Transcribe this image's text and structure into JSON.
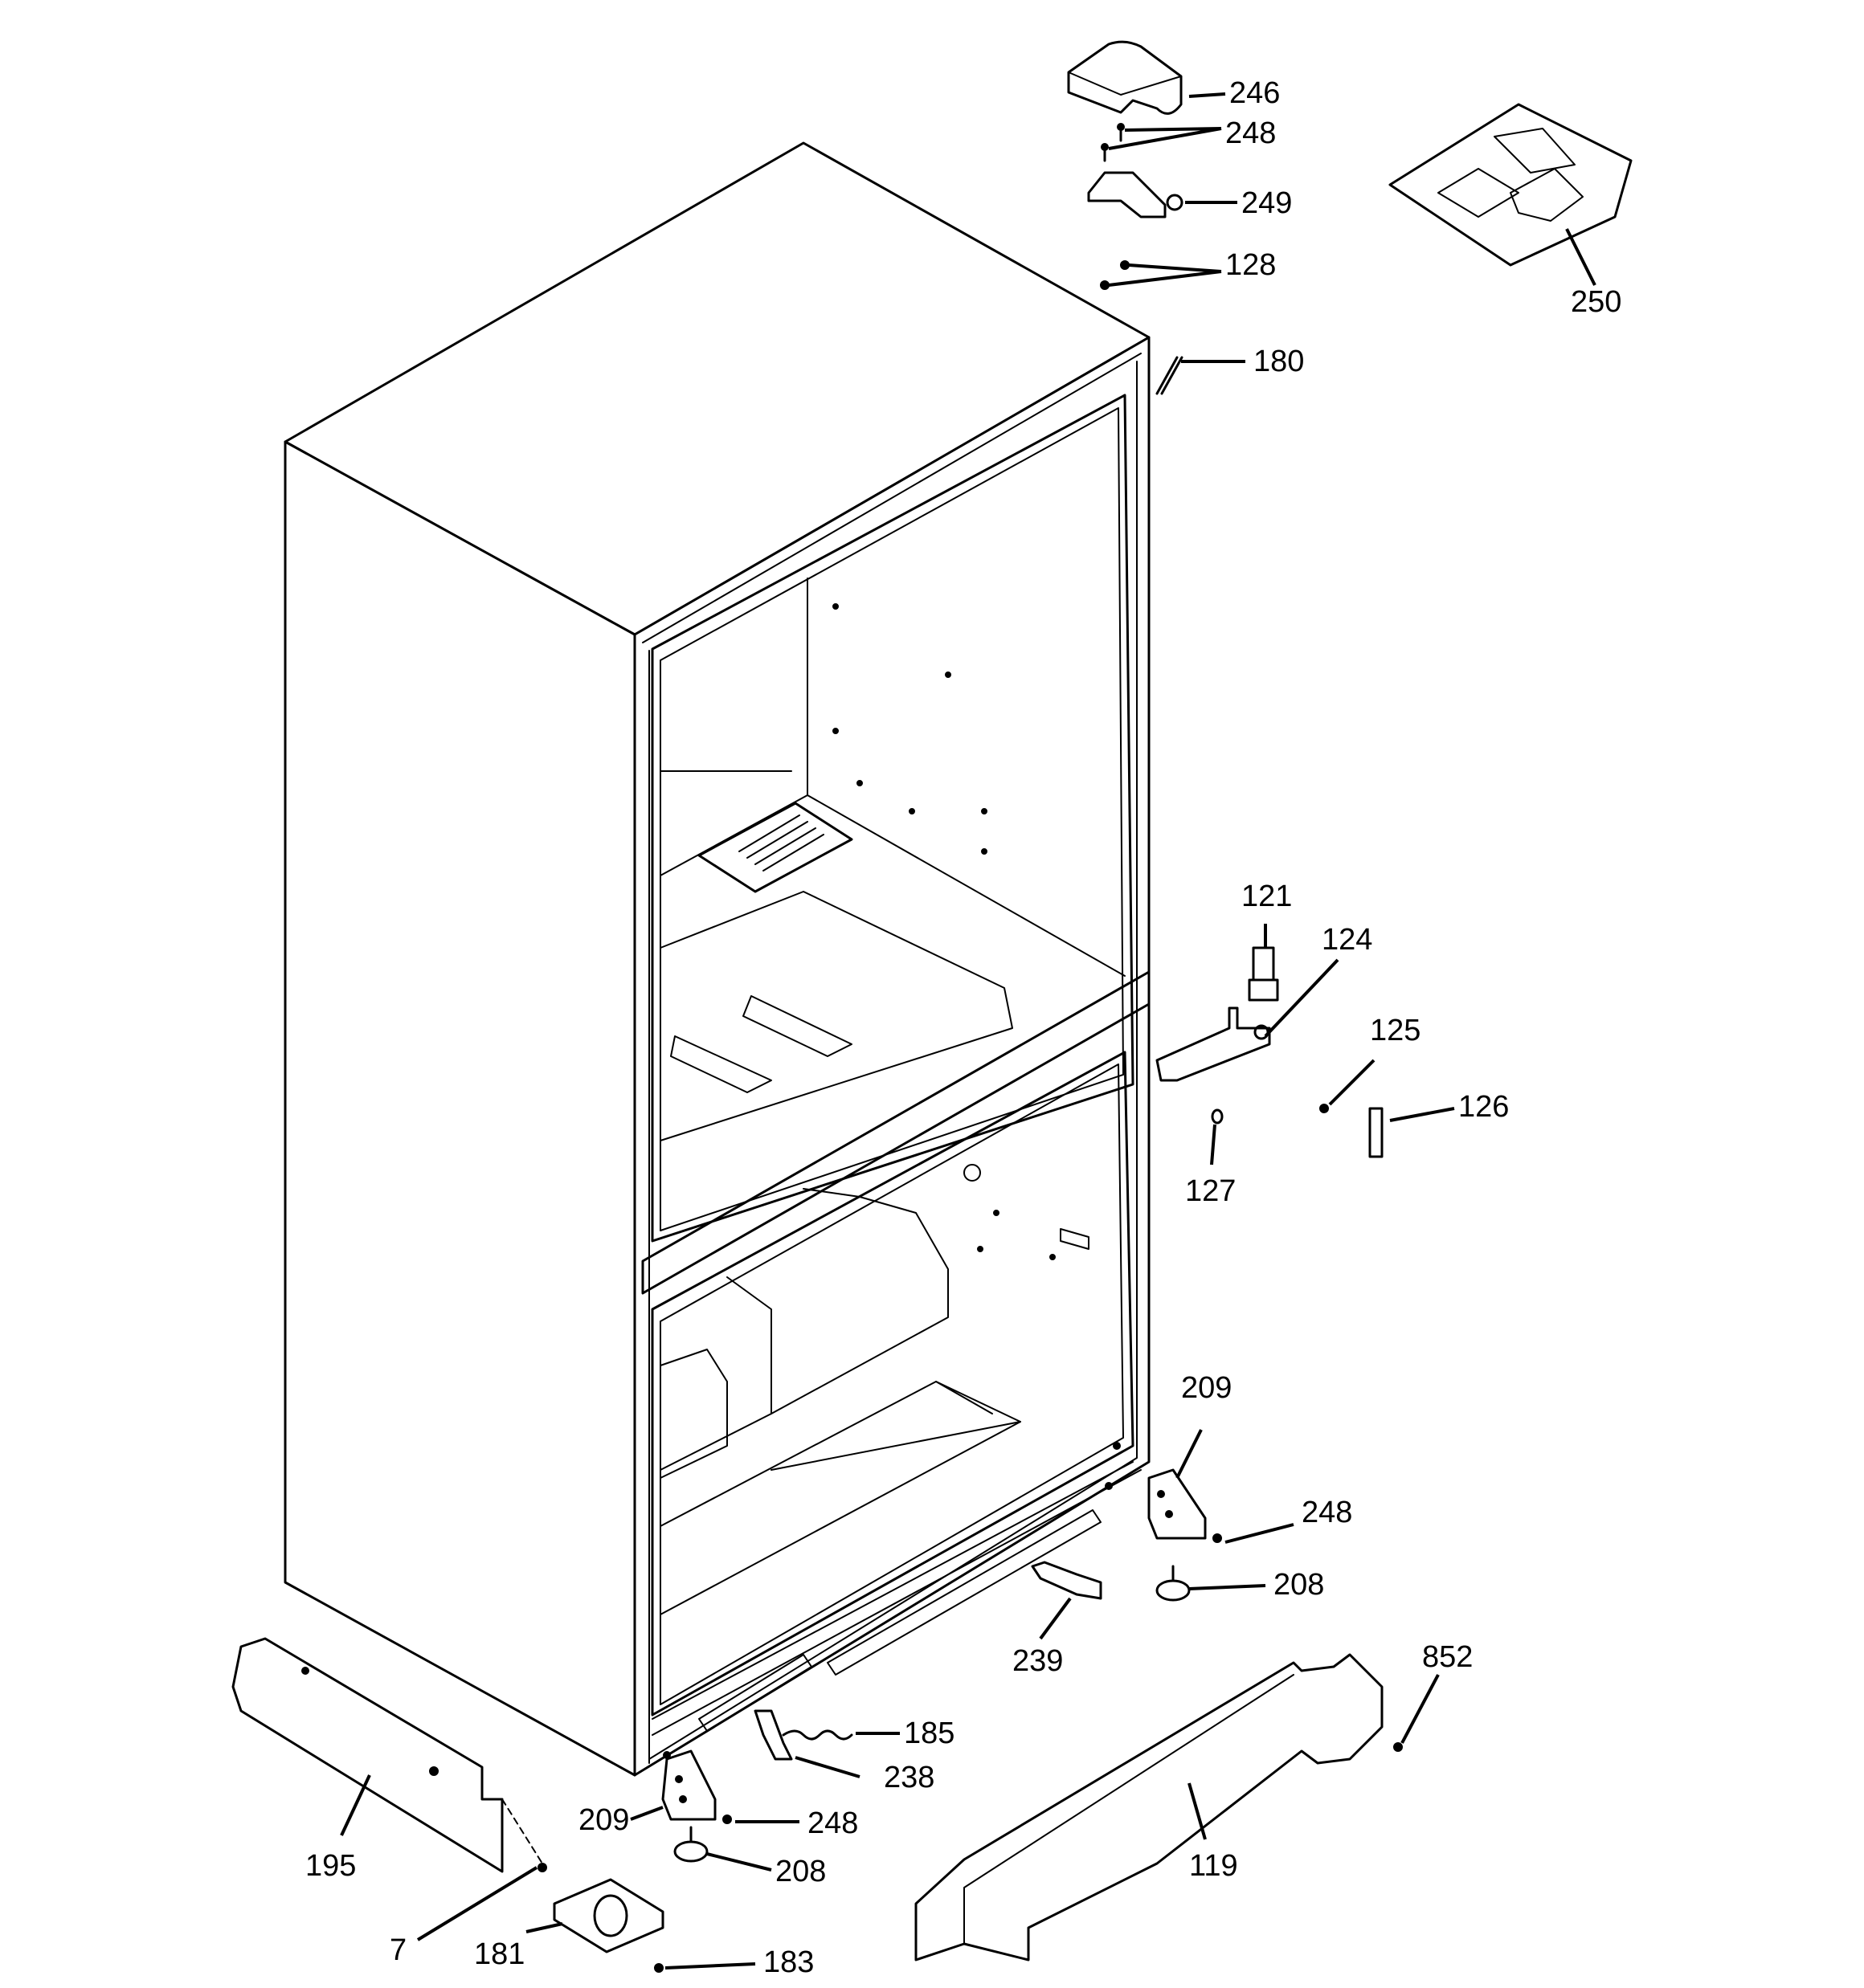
{
  "diagram": {
    "callouts": [
      {
        "id": "c246",
        "label": "246"
      },
      {
        "id": "c248a",
        "label": "248"
      },
      {
        "id": "c249",
        "label": "249"
      },
      {
        "id": "c128",
        "label": "128"
      },
      {
        "id": "c250",
        "label": "250"
      },
      {
        "id": "c180",
        "label": "180"
      },
      {
        "id": "c121",
        "label": "121"
      },
      {
        "id": "c124",
        "label": "124"
      },
      {
        "id": "c125",
        "label": "125"
      },
      {
        "id": "c126",
        "label": "126"
      },
      {
        "id": "c127",
        "label": "127"
      },
      {
        "id": "c209a",
        "label": "209"
      },
      {
        "id": "c248b",
        "label": "248"
      },
      {
        "id": "c208a",
        "label": "208"
      },
      {
        "id": "c239",
        "label": "239"
      },
      {
        "id": "c852",
        "label": "852"
      },
      {
        "id": "c185",
        "label": "185"
      },
      {
        "id": "c238",
        "label": "238"
      },
      {
        "id": "c209b",
        "label": "209"
      },
      {
        "id": "c248c",
        "label": "248"
      },
      {
        "id": "c208b",
        "label": "208"
      },
      {
        "id": "c119",
        "label": "119"
      },
      {
        "id": "c195",
        "label": "195"
      },
      {
        "id": "c7",
        "label": "7"
      },
      {
        "id": "c181",
        "label": "181"
      },
      {
        "id": "c183",
        "label": "183"
      }
    ]
  }
}
